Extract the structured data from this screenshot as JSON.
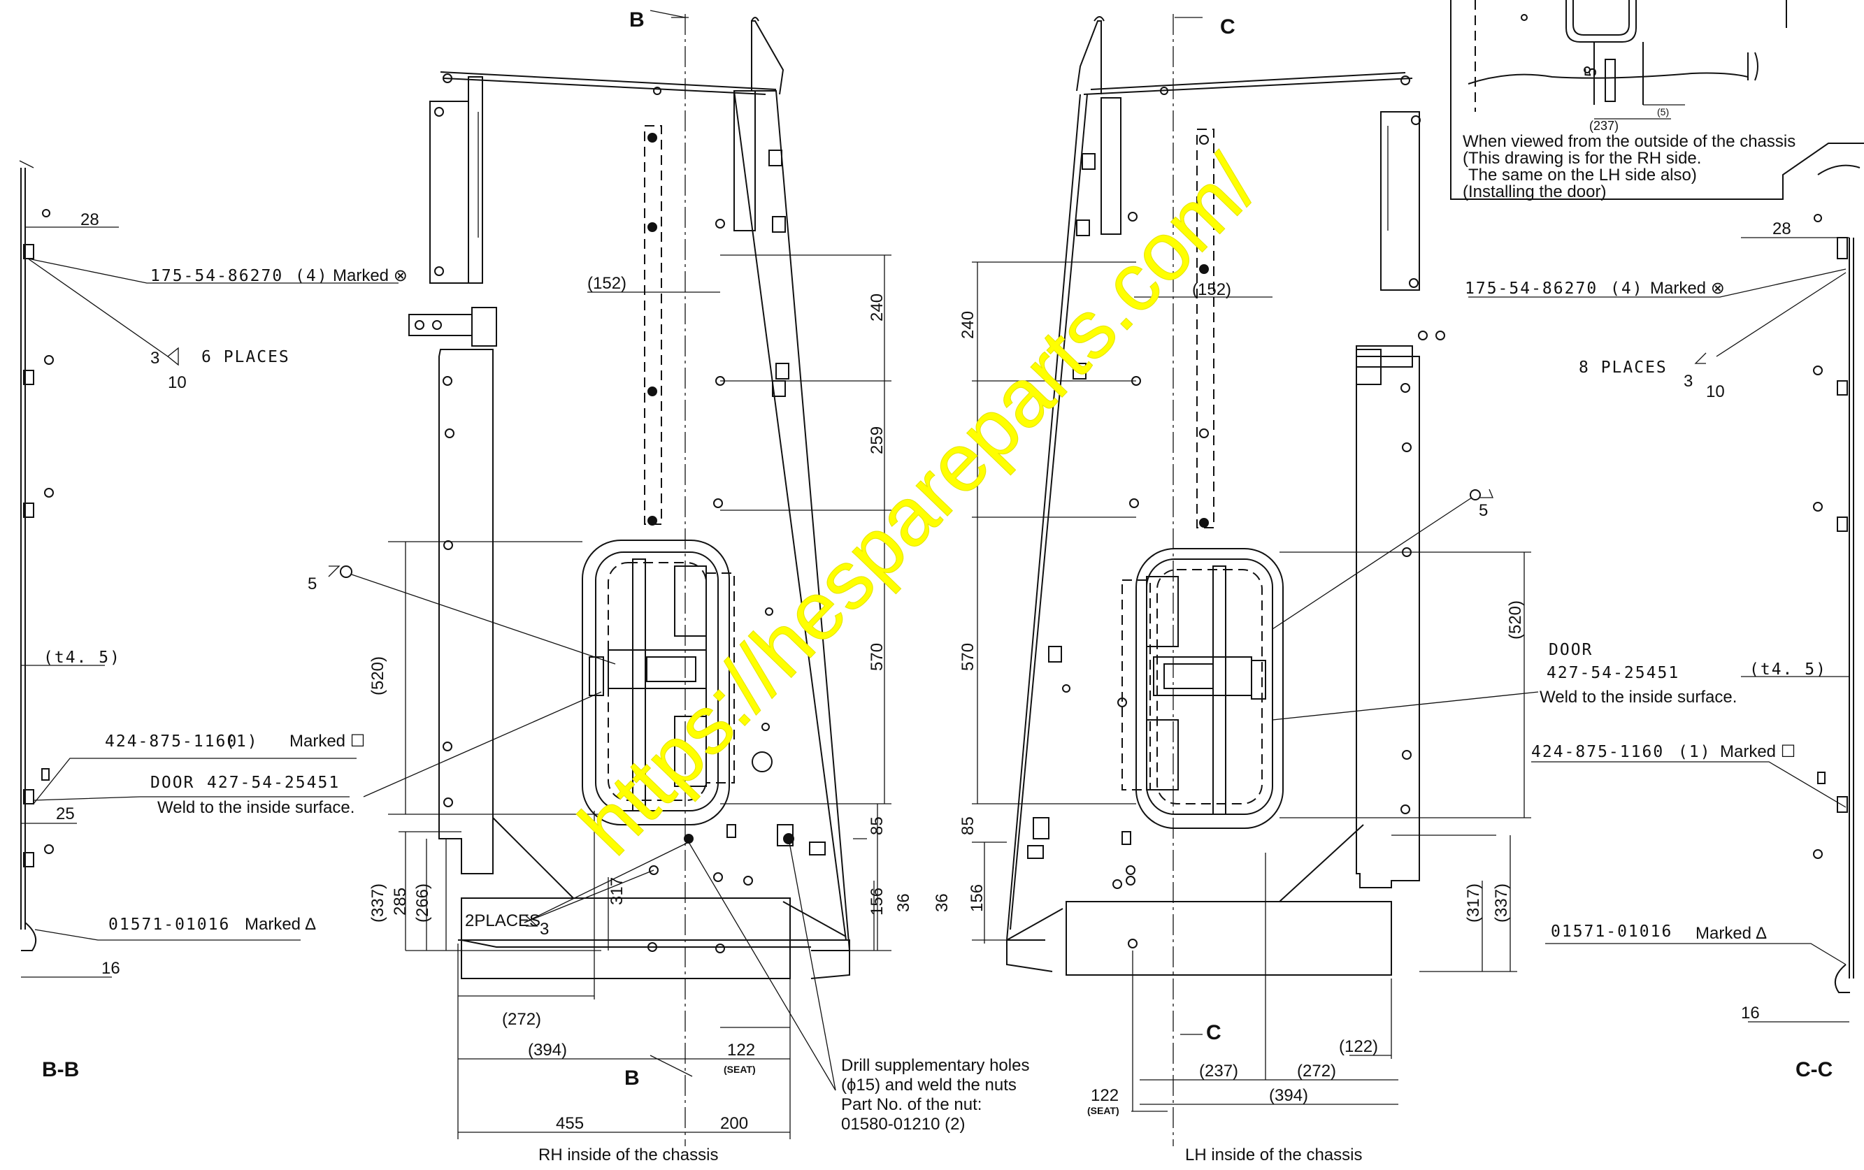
{
  "watermark": "https://hespareparts.com/",
  "colors": {
    "line": "#111111",
    "watermark": "#ffff00",
    "background": "#ffffff"
  },
  "section_marks": {
    "b": "B",
    "c": "C",
    "bb": "B-B",
    "cc": "C-C"
  },
  "captions": {
    "rh": "RH inside  of the chassis",
    "lh": "LH inside of the chassis"
  },
  "note_inset": {
    "line1": "When viewed from the outside of the chassis",
    "line2": "(This drawing is for the RH side.",
    "line3": "The same on the LH side also)",
    "line4": "(Installing the door)",
    "dim_237": "(237)",
    "dim_5": "(5)",
    "dim_5v": "5"
  },
  "left_section": {
    "dim_28": "28",
    "dim_t45": "(t4. 5)",
    "dim_25": "25",
    "dim_16": "16",
    "part1": "175-54-86270",
    "part1_qty": "(4)",
    "part1_mark": "Marked ⊗",
    "weld_places": "6 PLACES",
    "weld_3": "3",
    "weld_10": "10",
    "part2": "424-875-1160",
    "part2_qty": "(1)",
    "part2_mark": "Marked ☐",
    "door_label": "DOOR",
    "door_part": "427-54-25451",
    "door_note": "Weld to the inside surface.",
    "part3": "01571-01016",
    "part3_mark": "Marked ∆"
  },
  "right_section": {
    "dim_28": "28",
    "dim_t45": "(t4. 5)",
    "dim_16": "16",
    "part1": "175-54-86270",
    "part1_qty": "(4)",
    "part1_mark": "Marked ⊗",
    "weld_places": "8 PLACES",
    "weld_3": "3",
    "weld_10": "10",
    "part2": "424-875-1160",
    "part2_qty": "(1)",
    "part2_mark": "Marked ☐",
    "door_label": "DOOR",
    "door_part": "427-54-25451",
    "door_note": "Weld to the inside surface.",
    "part3": "01571-01016",
    "part3_mark": "Marked ∆"
  },
  "rh_view": {
    "dim_152": "(152)",
    "dim_240": "240",
    "dim_259": "259",
    "dim_570": "570",
    "dim_520": "(520)",
    "dim_85": "85",
    "dim_156": "156",
    "dim_36": "36",
    "dim_337": "(337)",
    "dim_285": "285",
    "dim_266": "(266)",
    "dim_317": "317",
    "dim_272": "(272)",
    "dim_394": "(394)",
    "dim_122": "122",
    "seat": "(SEAT)",
    "dim_455": "455",
    "dim_200": "200",
    "weld_5": "5",
    "weld_3": "3",
    "two_places": "2PLACES",
    "drill_note_1": "Drill supplementary holes",
    "drill_note_2": "(ϕ15) and weld the nuts",
    "drill_note_3": "Part No. of the nut:",
    "drill_note_4": "01580-01210 (2)"
  },
  "lh_view": {
    "dim_152": "(152)",
    "dim_240": "240",
    "dim_570": "570",
    "dim_520": "(520)",
    "dim_85": "85",
    "dim_156": "156",
    "dim_36": "36",
    "dim_317": "(317)",
    "dim_337": "(337)",
    "dim_122r": "(122)",
    "dim_237": "(237)",
    "dim_272": "(272)",
    "dim_394": "(394)",
    "dim_122": "122",
    "seat": "(SEAT)",
    "weld_5": "5"
  }
}
